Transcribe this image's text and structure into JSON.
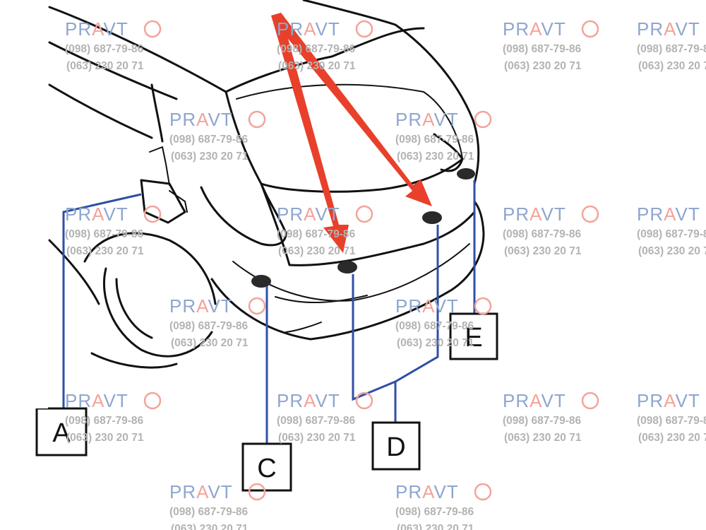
{
  "labels": {
    "A": "A",
    "C": "C",
    "D": "D",
    "E": "E"
  },
  "watermark": {
    "brand_pr": "PR",
    "brand_a": "A",
    "brand_vt": "VT",
    "phone_1": "(098) 687-79-86",
    "phone_2": "(063) 230 20 71",
    "colors": {
      "brand_blue": "#8fa6cf",
      "brand_red": "#f2a49a",
      "phone": "#b3b3b3"
    }
  },
  "colors": {
    "leader_lines": "#2f4fa8",
    "arrows": "#e8402a",
    "outline": "#111111"
  }
}
